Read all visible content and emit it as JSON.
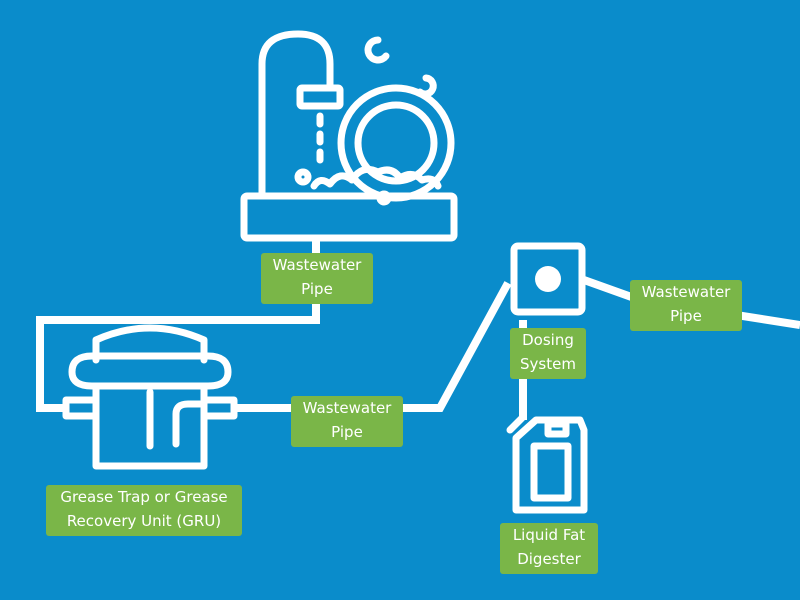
{
  "colors": {
    "background": "#0a8ccb",
    "line": "#ffffff",
    "label_fill": "#7ab648",
    "label_text": "#ffffff"
  },
  "labels": {
    "pipe_sink": {
      "line1": "Wastewater",
      "line2": "Pipe"
    },
    "pipe_middle": {
      "line1": "Wastewater",
      "line2": "Pipe"
    },
    "pipe_right": {
      "line1": "Wastewater",
      "line2": "Pipe"
    },
    "dosing": {
      "line1": "Dosing",
      "line2": "System"
    },
    "grease_trap": {
      "line1": "Grease Trap or Grease",
      "line2": "Recovery Unit (GRU)"
    },
    "digester": {
      "line1": "Liquid Fat",
      "line2": "Digester"
    }
  },
  "icons": {
    "sink": "sink-with-faucet-and-dishes-icon",
    "grease_trap": "grease-trap-icon",
    "dosing_unit": "dosing-pump-icon",
    "canister": "liquid-canister-icon"
  }
}
